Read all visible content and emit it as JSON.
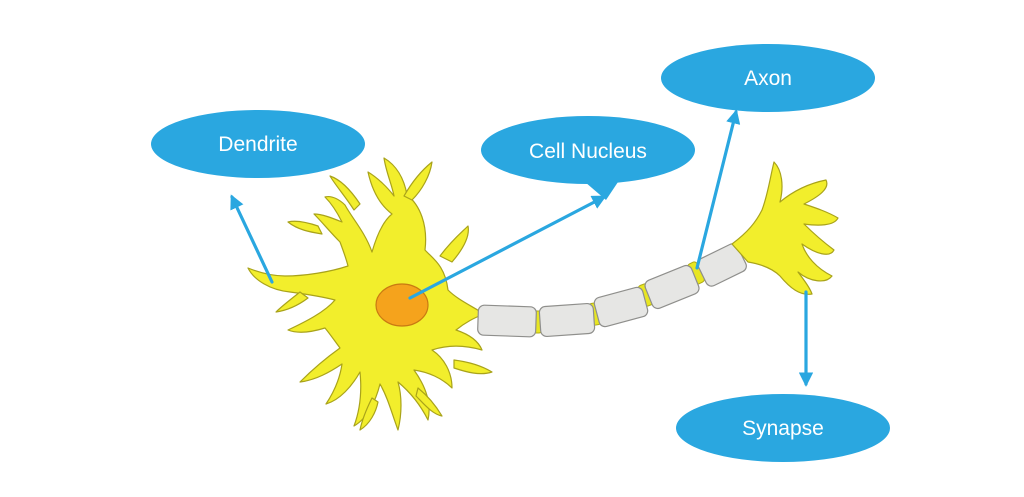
{
  "labels": {
    "dendrite": "Dendrite",
    "cell_nucleus": "Cell Nucleus",
    "axon": "Axon",
    "synapse": "Synapse"
  },
  "colors": {
    "label_bubble": "#2aa7e0",
    "cell_body": "#f2ee2c",
    "nucleus": "#f5a31c",
    "myelin_sheath": "#e6e6e4"
  }
}
